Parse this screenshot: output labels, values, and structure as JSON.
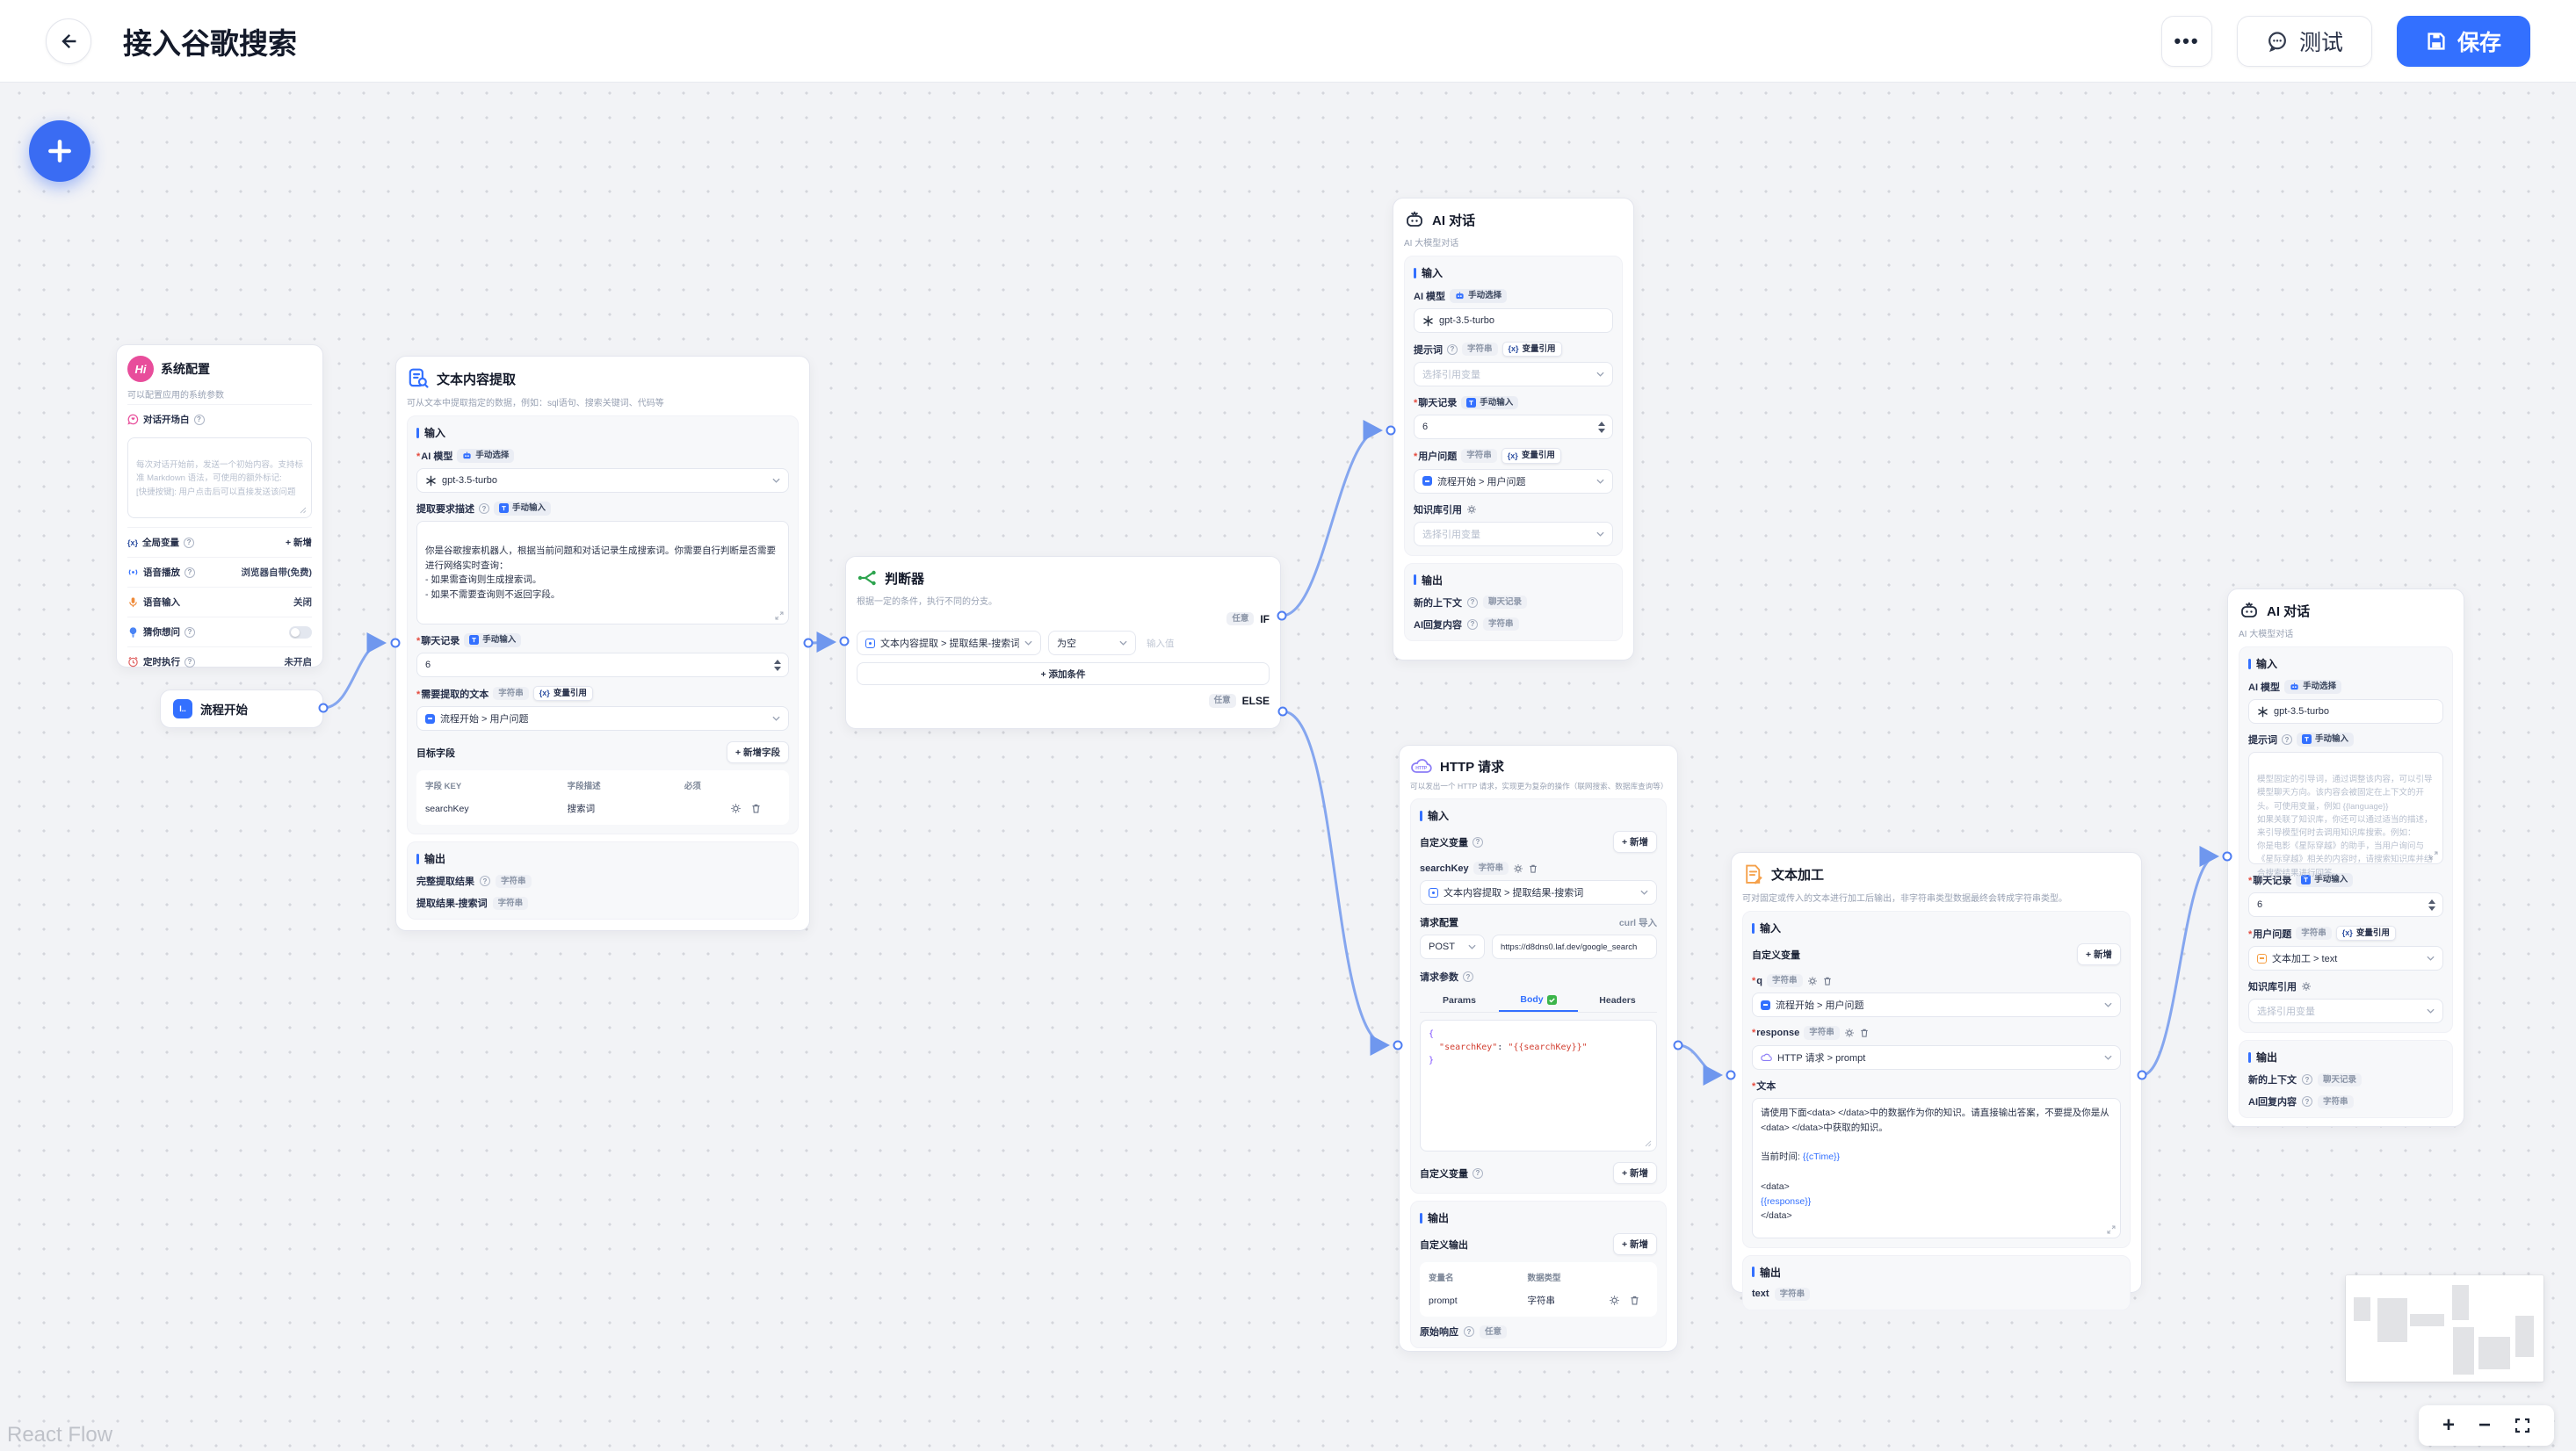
{
  "topbar": {
    "title": "接入谷歌搜索",
    "menu": "•••",
    "test": "测试",
    "save": "保存"
  },
  "canvas": {
    "attribution": "React Flow"
  },
  "icons": {
    "var_x": "{x}",
    "flow_start_glyph": "I..",
    "hi": "Hi",
    "http_glyph": "HTTP"
  },
  "controls": {
    "zoom_in": "+",
    "zoom_out": "−"
  },
  "labels": {
    "input": "输入",
    "output": "输出",
    "string": "字符串",
    "any": "任意",
    "chat_history": "聊天记录",
    "var_ref": "变量引用",
    "manual_select": "手动选择",
    "manual_input": "手动输入",
    "model": "gpt-3.5-turbo",
    "select_var": "选择引用变量",
    "add_new": "+ 新增",
    "rounds": "6",
    "ai_model": "AI 模型",
    "prompt": "提示词",
    "user_question": "用户问题",
    "kb_ref": "知识库引用",
    "new_context": "新的上下文",
    "ai_reply": "AI回复内容",
    "flow_user_ref": "流程开始 > 用户问题"
  },
  "system_config": {
    "title": "系统配置",
    "desc": "可以配置应用的系统参数",
    "opening": "对话开场白",
    "opening_placeholder": "每次对话开始前，发送一个初始内容。支持标准 Markdown 语法，可使用的额外标记:\n[快捷按键]: 用户点击后可以直接发送该问题",
    "global_var": "全局变量",
    "tts": "语音播放",
    "tts_value": "浏览器自带(免费)",
    "stt": "语音输入",
    "stt_value": "关闭",
    "guess": "猜你想问",
    "schedule": "定时执行",
    "schedule_value": "未开启"
  },
  "flow_start": {
    "title": "流程开始"
  },
  "text_extract": {
    "title": "文本内容提取",
    "desc": "可从文本中提取指定的数据，例如：sql语句、搜索关键词、代码等",
    "extract_desc": "提取要求描述",
    "extract_prompt": "你是谷歌搜索机器人，根据当前问题和对话记录生成搜索词。你需要自行判断是否需要进行网络实时查询：\n- 如果需查询则生成搜索词。\n- 如果不需要查询则不返回字段。",
    "source_label": "需要提取的文本",
    "target_fields": "目标字段",
    "add_field": "+ 新增字段",
    "col_key": "字段 KEY",
    "col_desc": "字段描述",
    "col_required": "必须",
    "field_key": "searchKey",
    "field_desc": "搜索词",
    "out_full": "完整提取结果",
    "out_field": "提取结果-搜索词"
  },
  "classifier": {
    "title": "判断器",
    "desc": "根据一定的条件，执行不同的分支。",
    "if": "IF",
    "else": "ELSE",
    "cond_ref": "文本内容提取 > 提取结果-搜索词",
    "cond_op": "为空",
    "cond_placeholder": "输入值",
    "add_condition": "+ 添加条件"
  },
  "ai_chat_top": {
    "title": "AI 对话",
    "desc": "AI 大模型对话"
  },
  "http": {
    "title": "HTTP 请求",
    "desc": "可以发出一个 HTTP 请求，实现更为复杂的操作（联网搜索、数据库查询等）",
    "custom_var": "自定义变量",
    "var_name": "searchKey",
    "var_ref": "文本内容提取 > 提取结果-搜索词",
    "req_config": "请求配置",
    "curl_import": "curl 导入",
    "method": "POST",
    "url": "https://d8dns0.laf.dev/google_search",
    "req_params": "请求参数",
    "tab_params": "Params",
    "tab_body": "Body",
    "tab_headers": "Headers",
    "code_open": "{",
    "code_key": "\"searchKey\"",
    "code_colon": ": ",
    "code_val": "\"{{searchKey}}\"",
    "code_close": "}",
    "custom_out": "自定义输出",
    "col_var": "变量名",
    "col_type": "数据类型",
    "out_var": "prompt",
    "out_type": "字符串",
    "raw_resp": "原始响应"
  },
  "text_process": {
    "title": "文本加工",
    "desc": "可对固定或传入的文本进行加工后输出，非字符串类型数据最终会转成字符串类型。",
    "custom_var": "自定义变量",
    "q": "q",
    "response": "response",
    "response_ref": "HTTP 请求 > prompt",
    "text_label": "文本",
    "text_p1": "请使用下面<data> </data>中的数据作为你的知识。请直接输出答案，不要提及你是从<data> </data>中获取的知识。\n\n当前时间: ",
    "text_t1": "{{cTime}}",
    "text_p2": "\n\n<data>\n",
    "text_t2": "{{response}}",
    "text_p3": "\n</data>",
    "out_text": "text"
  },
  "ai_chat_right": {
    "title": "AI 对话",
    "desc": "AI 大模型对话",
    "prompt_placeholder": "模型固定的引导词，通过调整该内容，可以引导模型聊天方向。该内容会被固定在上下文的开头。可使用变量，例如 {{language}}\n如果关联了知识库，你还可以通过适当的描述，来引导模型何时去调用知识库搜索。例如：\n你是电影《星际穿越》的助手，当用户询问与《星际穿越》相关的内容时，请搜索知识库并结合搜索结果进行回答。",
    "user_ref": "文本加工 > text"
  }
}
